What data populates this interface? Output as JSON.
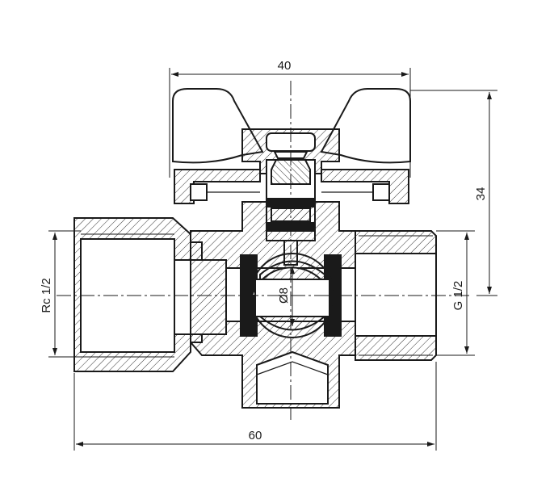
{
  "dimensions": {
    "top_width": "40",
    "bottom_width": "60",
    "right_height": "34",
    "left_thread": "Rc 1/2",
    "right_thread": "G 1/2",
    "ball_diameter": "Ø8"
  },
  "colors": {
    "line": "#1a1a1a",
    "handle_fill": "#ffffff",
    "background": "#ffffff"
  }
}
